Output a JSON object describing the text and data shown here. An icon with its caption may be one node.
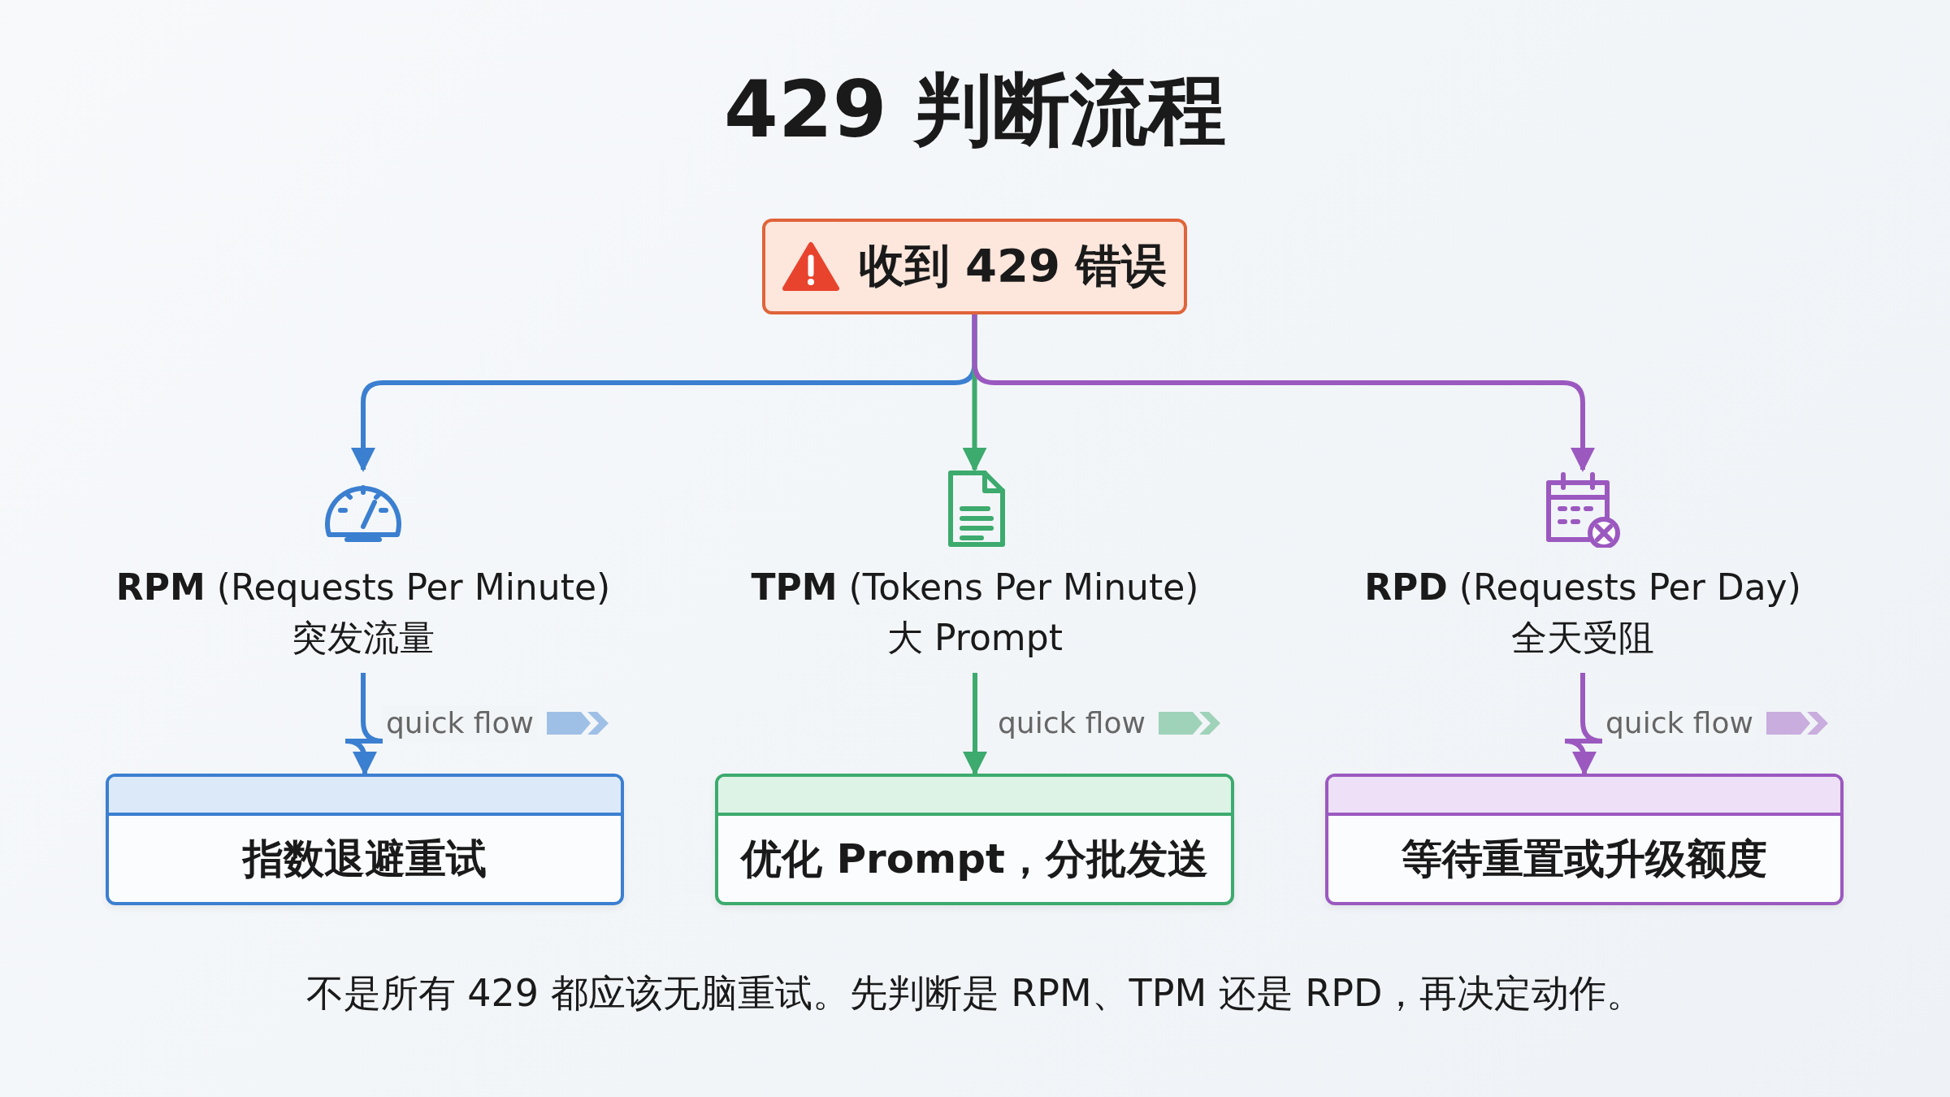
{
  "diagram": {
    "title": "429 判断流程",
    "caption": "不是所有 429 都应该无脑重试。先判断是 RPM、TPM 还是 RPD，再决定动作。",
    "nodes": [
      {
        "text": [
          "收到 429 错误"
        ]
      },
      {
        "text": [
          "**RPM** (Requests Per Minute)",
          "突发流量"
        ]
      },
      {
        "text": [
          "**TPM** (Tokens Per Minute)",
          "大 Prompt"
        ]
      },
      {
        "text": [
          "**RPD** (Requests Per Day)",
          "全天受阻"
        ]
      },
      {
        "text": [
          "指数退避重试"
        ]
      },
      {
        "text": [
          "优化 Prompt，分批发送"
        ]
      },
      {
        "text": [
          "等待重置或升级额度"
        ]
      }
    ],
    "edges": [
      {
        "from": 0,
        "to": 1,
        "arrow": "to",
        "color": "#3b7fd0"
      },
      {
        "from": 0,
        "to": 2,
        "arrow": "to",
        "color": "#3daa6e"
      },
      {
        "from": 0,
        "to": 3,
        "arrow": "to",
        "color": "#9b59c0"
      },
      {
        "from": 1,
        "to": 4,
        "arrow": "to",
        "color": "#3b7fd0",
        "label": "quick flow"
      },
      {
        "from": 2,
        "to": 5,
        "arrow": "to",
        "color": "#3daa6e",
        "label": "quick flow"
      },
      {
        "from": 3,
        "to": 6,
        "arrow": "to",
        "color": "#9b59c0",
        "label": "quick flow"
      }
    ]
  }
}
